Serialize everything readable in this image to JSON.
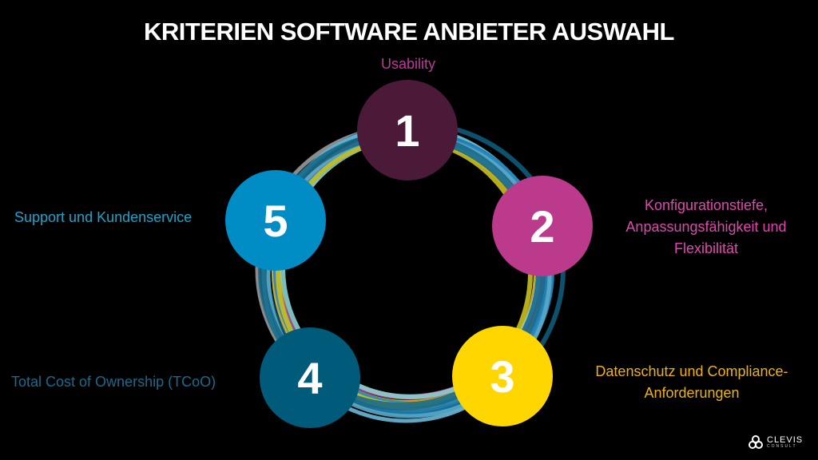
{
  "title": "KRITERIEN SOFTWARE ANBIETER AUSWAHL",
  "criteria": [
    {
      "number": "1",
      "label": "Usability",
      "color": "#4a1a38",
      "label_color": "#c0399a"
    },
    {
      "number": "2",
      "label": "Konfigurationstiefe, Anpassungsfähigkeit und Flexibilität",
      "color": "#bb3a8c",
      "label_color": "#e048b0"
    },
    {
      "number": "3",
      "label": "Datenschutz und Compliance-Anforderungen",
      "color": "#ffd600",
      "label_color": "#f0b400"
    },
    {
      "number": "4",
      "label": "Total Cost of Ownership (TCoO)",
      "color": "#005a7a",
      "label_color": "#1a6a8e"
    },
    {
      "number": "5",
      "label": "Support und Kundenservice",
      "color": "#008cc4",
      "label_color": "#1aa4cc"
    }
  ],
  "logo": {
    "name": "CLEVIS",
    "sub": "CONSULT"
  }
}
